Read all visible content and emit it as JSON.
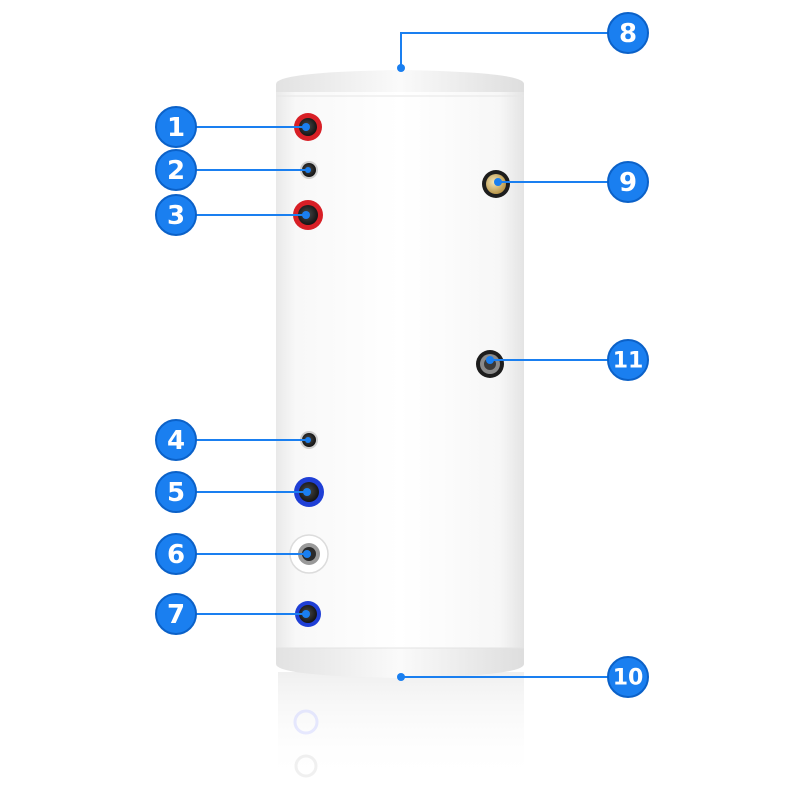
{
  "colors": {
    "callout_fill": "#1a7ff0",
    "callout_ring": "#0b61c8",
    "leader_line": "#1a7ff0",
    "tank_body": "#f6f6f6",
    "hot_ring": "#d81f26",
    "cold_ring": "#1f3fd6",
    "fitting_dark": "#1b1b1b"
  },
  "callouts": [
    {
      "id": "1",
      "label": "1",
      "fitting": "red-ring-port"
    },
    {
      "id": "2",
      "label": "2",
      "fitting": "small-dark-port"
    },
    {
      "id": "3",
      "label": "3",
      "fitting": "red-ring-port"
    },
    {
      "id": "4",
      "label": "4",
      "fitting": "small-dark-port"
    },
    {
      "id": "5",
      "label": "5",
      "fitting": "blue-ring-port"
    },
    {
      "id": "6",
      "label": "6",
      "fitting": "white-flange-port"
    },
    {
      "id": "7",
      "label": "7",
      "fitting": "blue-ring-port"
    },
    {
      "id": "8",
      "label": "8",
      "fitting": "top-cap"
    },
    {
      "id": "9",
      "label": "9",
      "fitting": "brass-port"
    },
    {
      "id": "10",
      "label": "10",
      "fitting": "bottom-base"
    },
    {
      "id": "11",
      "label": "11",
      "fitting": "dark-port"
    }
  ]
}
